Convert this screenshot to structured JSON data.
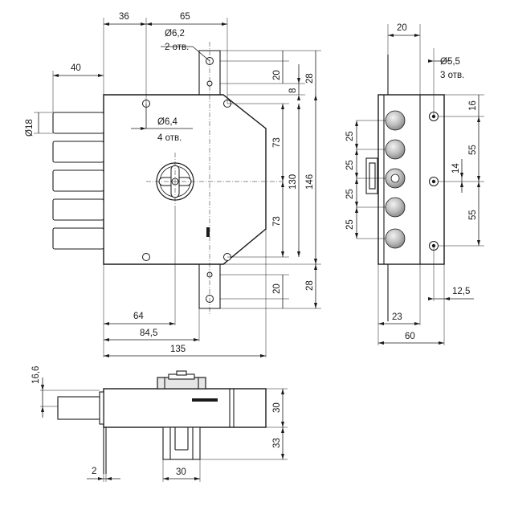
{
  "dimensions": {
    "top_36": "36",
    "top_65": "65",
    "left_40": "40",
    "dia_18": "Ø18",
    "hole_62": "Ø6,2",
    "hole_62_note": "2 отв.",
    "hole_64": "Ø6,4",
    "hole_64_note": "4 отв.",
    "right_20_top": "20",
    "right_8": "8",
    "right_28_top": "28",
    "right_73_top": "73",
    "right_73_bottom": "73",
    "right_130": "130",
    "right_146": "146",
    "right_20_bottom": "20",
    "right_28_bottom": "28",
    "bottom_64": "64",
    "bottom_845": "84,5",
    "bottom_135": "135",
    "side_20": "20",
    "side_hole_55": "Ø5,5",
    "side_hole_55_note": "3 отв.",
    "side_25_a": "25",
    "side_25_b": "25",
    "side_25_c": "25",
    "side_25_d": "25",
    "side_16": "16",
    "side_55_top": "55",
    "side_14": "14",
    "side_55_bottom": "55",
    "side_125": "12,5",
    "side_23": "23",
    "side_60": "60",
    "bv_166": "16,6",
    "bv_30_height": "30",
    "bv_33": "33",
    "bv_2": "2",
    "bv_30_width": "30"
  }
}
